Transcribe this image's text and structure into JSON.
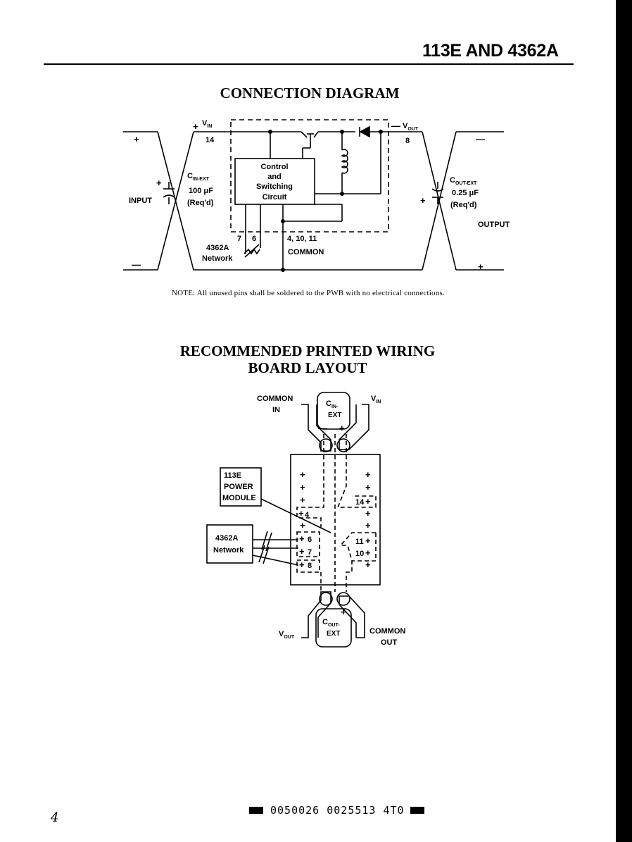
{
  "header": {
    "title": "113E AND 4362A"
  },
  "connection_diagram": {
    "title": "CONNECTION DIAGRAM",
    "vin_label": "V",
    "vin_sub": "IN",
    "vin_pin": "14",
    "vout_label": "V",
    "vout_sub": "OUT",
    "vout_pin": "8",
    "control_block": [
      "Control",
      "and",
      "Switching",
      "Circuit"
    ],
    "cin_label": "C",
    "cin_sub": "IN-EXT",
    "cin_value": "100 μF",
    "cin_req": "(Req'd)",
    "cout_label": "C",
    "cout_sub": "OUT-EXT",
    "cout_value": "0.25 μF",
    "cout_req": "(Req'd)",
    "input_label": "INPUT",
    "output_label": "OUTPUT",
    "pin7": "7",
    "pin6": "6",
    "common_pins": "4, 10, 11",
    "common_label": "COMMON",
    "network_label_1": "4362A",
    "network_label_2": "Network",
    "plus": "+",
    "minus": "—"
  },
  "note": "NOTE: All unused pins shall be soldered to the PWB with no electrical connections.",
  "pwb_layout": {
    "title_line1": "RECOMMENDED PRINTED WIRING",
    "title_line2": "BOARD LAYOUT",
    "common_in_1": "COMMON",
    "common_in_2": "IN",
    "vin_label": "V",
    "vin_sub": "IN",
    "cin_label": "C",
    "cin_sub": "IN-",
    "cin_sub2": "EXT",
    "module_1": "113E",
    "module_2": "POWER",
    "module_3": "MODULE",
    "network_1": "4362A",
    "network_2": "Network",
    "pin4": "4",
    "pin6": "6",
    "pin7": "7",
    "pin8": "8",
    "pin14": "14",
    "pin11": "11",
    "pin10": "10",
    "vout_label": "V",
    "vout_sub": "OUT",
    "cout_label": "C",
    "cout_sub": "OUT-",
    "cout_sub2": "EXT",
    "common_out_1": "COMMON",
    "common_out_2": "OUT"
  },
  "footer": {
    "code": "0050026 0025513 4T0",
    "page_mark": "4"
  }
}
